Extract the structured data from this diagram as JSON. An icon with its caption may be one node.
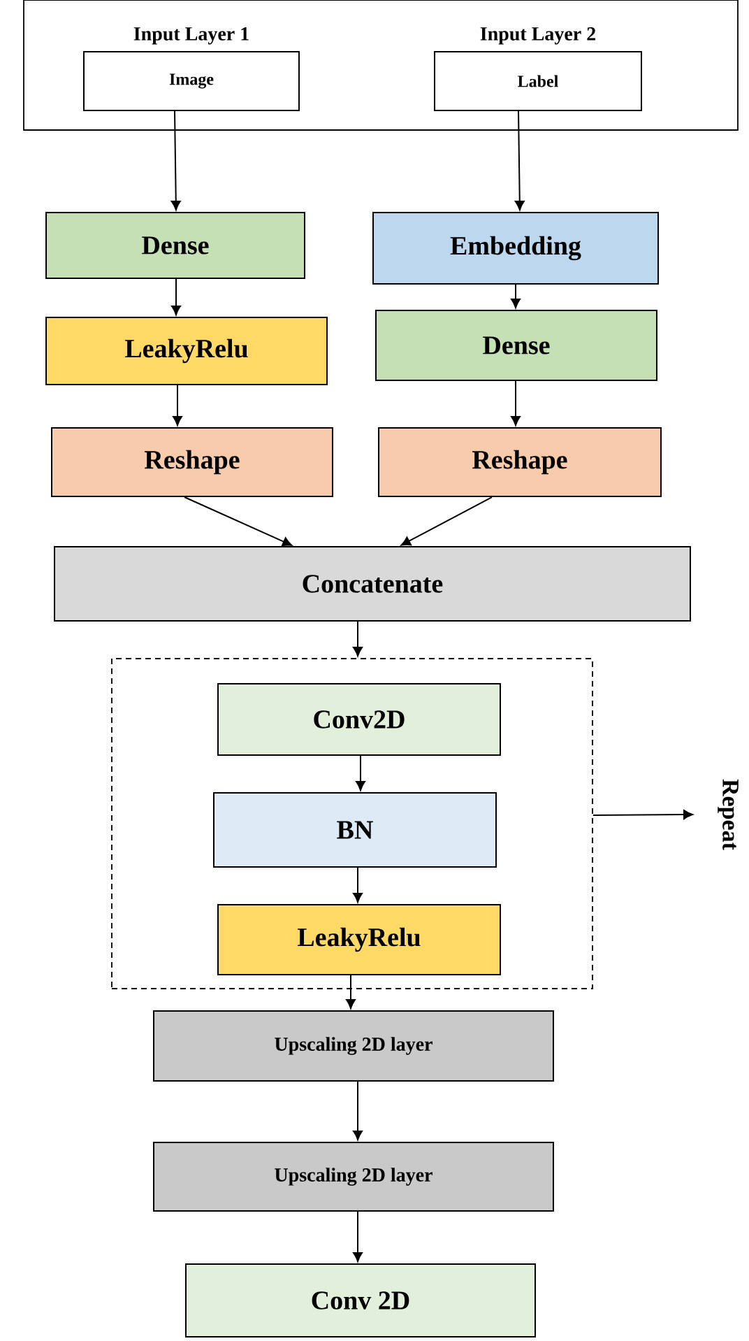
{
  "diagram": {
    "nodes": [
      {
        "text": [],
        "shape": "box"
      },
      {
        "text": [
          "Input Layer 1",
          "Image"
        ],
        "in": 0
      },
      {
        "text": [
          "Input Layer 2",
          "Label"
        ],
        "in": 0
      },
      {
        "text": [
          "Dense"
        ]
      },
      {
        "text": [
          "Embedding"
        ]
      },
      {
        "text": [
          "LeakyRelu"
        ]
      },
      {
        "text": [
          "Dense"
        ]
      },
      {
        "text": [
          "Reshape"
        ]
      },
      {
        "text": [
          "Reshape"
        ]
      },
      {
        "text": [
          "Concatenate"
        ]
      },
      {
        "text": [],
        "shape": "box"
      },
      {
        "text": [
          "Repeat"
        ]
      },
      {
        "text": [
          "Conv2D"
        ],
        "in": 10
      },
      {
        "text": [
          "BN"
        ],
        "in": 10
      },
      {
        "text": [
          "LeakyRelu"
        ],
        "in": 10
      },
      {
        "text": [
          "Upscaling 2D layer"
        ]
      },
      {
        "text": [
          "Upscaling 2D layer"
        ]
      },
      {
        "text": [
          "Conv 2D"
        ]
      }
    ],
    "edges": [
      {
        "from": 1,
        "to": 3,
        "arrow": "to"
      },
      {
        "from": 2,
        "to": 4,
        "arrow": "to"
      },
      {
        "from": 3,
        "to": 5,
        "arrow": "to"
      },
      {
        "from": 4,
        "to": 6,
        "arrow": "to"
      },
      {
        "from": 5,
        "to": 7,
        "arrow": "to"
      },
      {
        "from": 6,
        "to": 8,
        "arrow": "to"
      },
      {
        "from": 7,
        "to": 9,
        "arrow": "to"
      },
      {
        "from": 8,
        "to": 9,
        "arrow": "to"
      },
      {
        "from": 9,
        "to": 10,
        "arrow": "to"
      },
      {
        "from": 12,
        "to": 13,
        "arrow": "to"
      },
      {
        "from": 13,
        "to": 14,
        "arrow": "to"
      },
      {
        "from": 14,
        "to": 15,
        "arrow": "to"
      },
      {
        "from": 10,
        "to": 11,
        "arrow": "to"
      },
      {
        "from": 15,
        "to": 16,
        "arrow": "to"
      },
      {
        "from": 16,
        "to": 17,
        "arrow": "to"
      }
    ]
  }
}
